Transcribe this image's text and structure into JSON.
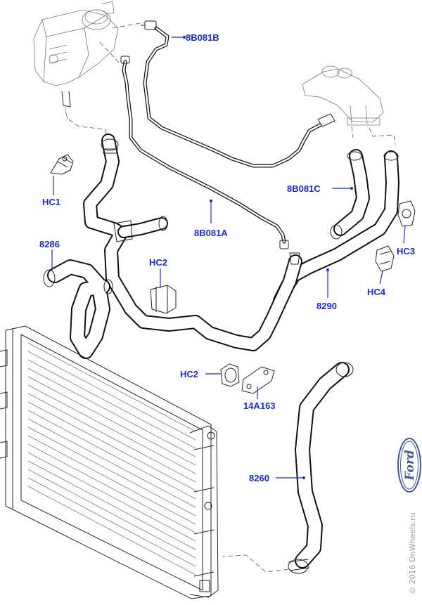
{
  "colors": {
    "label": "#1a2bd6",
    "line": "#111111",
    "watermark": "#9a9a9a",
    "logo": "#3d5a9c"
  },
  "labels": {
    "p8B081B": "8B081B",
    "p8B081C": "8B081C",
    "p8B081A": "8B081A",
    "hc1": "HC1",
    "hc2_upper": "HC2",
    "hc2_lower": "HC2",
    "hc3": "HC3",
    "hc4": "HC4",
    "p8286": "8286",
    "p8290": "8290",
    "p14A163": "14A163",
    "p8260": "8260"
  },
  "logo": {
    "text": "Ford",
    "icon": "ford-logo-icon"
  },
  "watermark": "© 2016 OnWheels.ru"
}
